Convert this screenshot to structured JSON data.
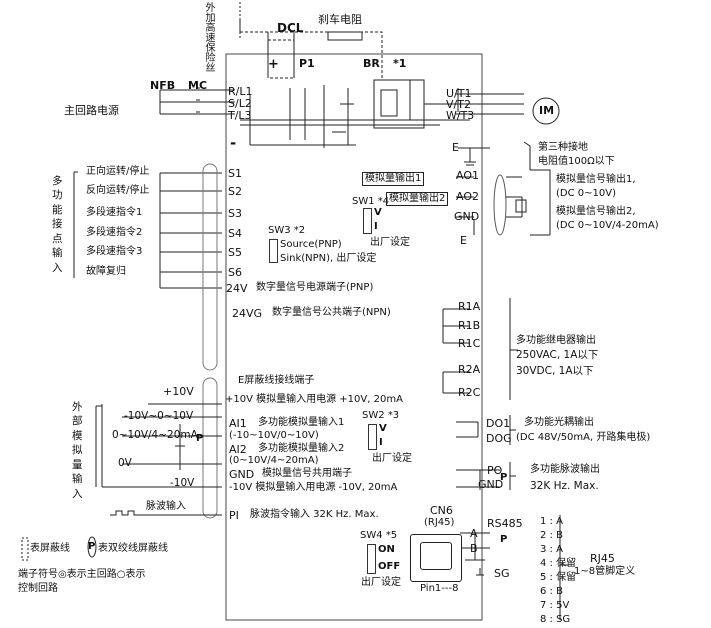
{
  "top": {
    "fuse": "外加高速保险丝",
    "dcl": "DCL",
    "brake_resistor": "刹车电阻",
    "p1": "P1",
    "br": "BR",
    "note1": "*1",
    "plus": "+",
    "minus": "-"
  },
  "input": {
    "nfb": "NFB",
    "mc": "MC",
    "main_power": "主回路电源",
    "r": "R/L1",
    "s": "S/L2",
    "t": "T/L3"
  },
  "output": {
    "u": "U/T1",
    "v": "V/T2",
    "w": "W/T3",
    "motor": "IM"
  },
  "ground": {
    "e": "E",
    "desc1": "第三种接地",
    "desc2": "电阻值100Ω以下"
  },
  "digital": {
    "group_label": [
      "多",
      "功",
      "能",
      "接",
      "点",
      "输",
      "入"
    ],
    "items": [
      {
        "desc": "正向运转/停止",
        "term": "S1"
      },
      {
        "desc": "反向运转/停止",
        "term": "S2"
      },
      {
        "desc": "多段速指令1",
        "term": "S3"
      },
      {
        "desc": "多段速指令2",
        "term": "S4"
      },
      {
        "desc": "多段速指令3",
        "term": "S5"
      },
      {
        "desc": "故障复归",
        "term": "S6"
      }
    ],
    "v24": "24V",
    "v24_desc": "数字量信号电源端子(PNP)",
    "vg": "24VG",
    "vg_desc": "数字量信号公共端子(NPN)"
  },
  "sw3": {
    "label": "SW3",
    "note": "*2",
    "pnp": "Source(PNP)",
    "npn": "Sink(NPN), 出厂设定"
  },
  "sw1": {
    "label": "SW1",
    "note": "*4",
    "v": "V",
    "i": "I",
    "factory": "出厂设定"
  },
  "aout": {
    "box1": "模拟量输出1",
    "box2": "模拟量输出2",
    "ao1": "AO1",
    "ao2": "AO2",
    "gnd": "GND",
    "e": "E",
    "desc1": "模拟量信号输出1,",
    "desc2": "(DC 0~10V)",
    "desc3": "模拟量信号输出2,",
    "desc4": "(DC 0~10V/4-20mA)"
  },
  "relay": {
    "r1a": "R1A",
    "r1b": "R1B",
    "r1c": "R1C",
    "r2a": "R2A",
    "r2c": "R2C",
    "desc1": "多功能继电器输出",
    "desc2": "250VAC, 1A以下",
    "desc3": "30VDC, 1A以下"
  },
  "shield": {
    "e": "E",
    "desc": "屏蔽线接线端子"
  },
  "ain": {
    "group_label": [
      "外",
      "部",
      "模",
      "拟",
      "量",
      "输",
      "入"
    ],
    "p10": "+10V",
    "p10_desc": "+10V 模拟量输入用电源 +10V, 20mA",
    "r1": "-10V~0~10V",
    "r2": "0~10V/4~20mA",
    "r3": "0V",
    "r4": "-10V",
    "p": "P",
    "ai1": "AI1",
    "ai1_d1": "多功能模拟量输入1",
    "ai1_d2": "(-10~10V/0~10V)",
    "ai2": "AI2",
    "ai2_d1": "多功能模拟量输入2",
    "ai2_d2": "(0~10V/4~20mA)",
    "gnd": "GND",
    "gnd_desc": "模拟量信号共用端子",
    "m10_desc": "-10V 模拟量输入用电源 -10V, 20mA",
    "pulse": "脉波输入",
    "pi": "PI",
    "pi_desc": "脉波指令输入 32K Hz. Max."
  },
  "sw2": {
    "label": "SW2",
    "note": "*3",
    "v": "V",
    "i": "I",
    "factory": "出厂设定"
  },
  "dout": {
    "do1": "DO1",
    "dog": "DOG",
    "desc1": "多功能光耦输出",
    "desc2": "(DC 48V/50mA, 开路集电极)"
  },
  "pout": {
    "po": "PO",
    "gnd": "GND",
    "p": "P",
    "desc1": "多功能脉波输出",
    "desc2": "32K Hz. Max."
  },
  "cn6": {
    "label": "CN6",
    "sub": "(RJ45)",
    "pins": "Pin1---8"
  },
  "sw4": {
    "label": "SW4",
    "note": "*5",
    "on": "ON",
    "off": "OFF",
    "factory": "出厂设定"
  },
  "rs485": {
    "label": "RS485",
    "a": "A",
    "b": "B",
    "p": "P",
    "sg": "SG",
    "pins": [
      "1 : A",
      "2 : B",
      "3 : A",
      "4 : 保留",
      "5 : 保留",
      "6 : B",
      "7 : 5V",
      "8 : SG"
    ],
    "rj45": "RJ45",
    "rj45_desc": "1~8管脚定义"
  },
  "legend": {
    "shield": "表屏蔽线",
    "p": "P",
    "twist": "表双绞线屏蔽线",
    "line2": "端子符号◎表示主回路○表示",
    "line3": "控制回路"
  }
}
